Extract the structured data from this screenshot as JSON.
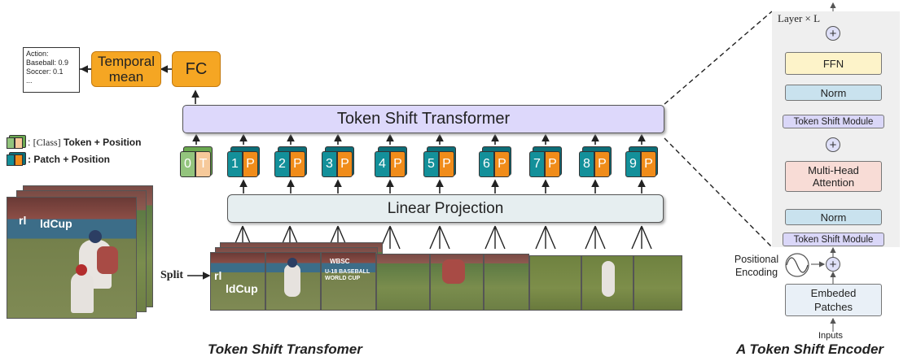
{
  "output_panel": {
    "action_title": "Action:",
    "action_lines": [
      "Baseball: 0.9",
      "Soccer: 0.1",
      "..."
    ],
    "temporal_mean": "Temporal mean",
    "fc": "FC"
  },
  "legend": {
    "class_prefix": ": ",
    "class_bracket": "[Class]",
    "class_label": "Token + Position",
    "patch_label": ": Patch + Position"
  },
  "main": {
    "transformer_label": "Token Shift Transformer",
    "linear_projection": "Linear Projection",
    "split_label": "Split",
    "class_token": {
      "index": "0",
      "suffix": "T"
    },
    "patch_tokens": [
      {
        "index": "1",
        "suffix": "P"
      },
      {
        "index": "2",
        "suffix": "P"
      },
      {
        "index": "3",
        "suffix": "P"
      },
      {
        "index": "4",
        "suffix": "P"
      },
      {
        "index": "5",
        "suffix": "P"
      },
      {
        "index": "6",
        "suffix": "P"
      },
      {
        "index": "7",
        "suffix": "P"
      },
      {
        "index": "8",
        "suffix": "P"
      },
      {
        "index": "9",
        "suffix": "P"
      }
    ],
    "frame_text": {
      "banner": "rl",
      "banner2": "ldCup",
      "wbsc": "WBSC",
      "cup": "U-18 BASEBALL WORLD CUP"
    },
    "caption": "Token Shift Transfomer"
  },
  "encoder": {
    "layer_label": "Layer × L",
    "ffn": "FFN",
    "norm_top": "Norm",
    "tsm_top": "Token Shift Module",
    "mha": "Multi-Head Attention",
    "norm_bottom": "Norm",
    "tsm_bottom": "Token Shift Module",
    "positional_encoding": "Positional Encoding",
    "embedded_patches": "Embeded Patches",
    "inputs": "Inputs",
    "plus_symbol": "+",
    "caption": "A Token Shift Encoder"
  },
  "colors": {
    "orange": "#f5a623",
    "transformer": "#ddd8fb",
    "patch_teal": "#13909a",
    "patch_orange": "#f08c1a",
    "class_green": "#93c47d",
    "class_peach": "#f6c99a"
  }
}
